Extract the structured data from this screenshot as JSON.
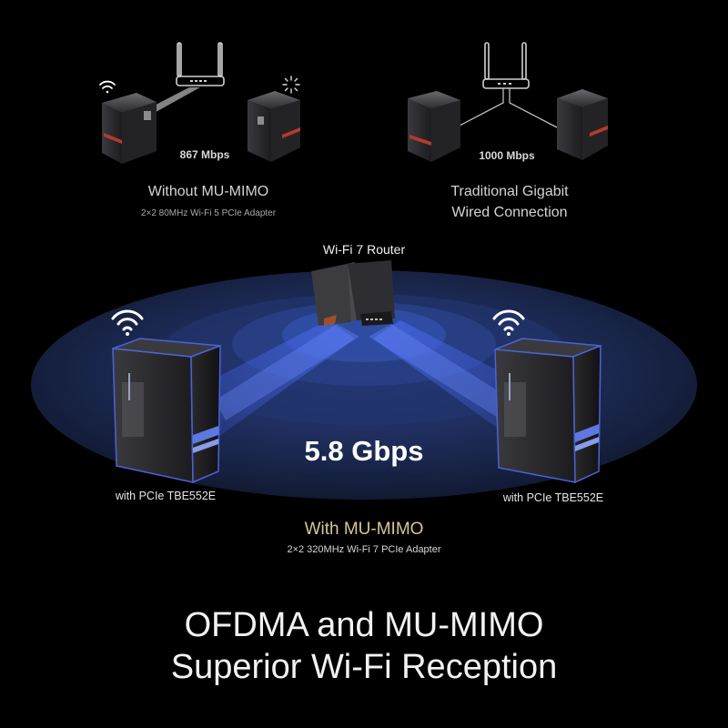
{
  "top_left": {
    "speed": "867 Mbps",
    "title": "Without MU-MIMO",
    "subtitle": "2×2 80MHz Wi-Fi 5 PCIe Adapter",
    "icons": [
      "wifi-icon",
      "loading-spinner-icon",
      "router-icon"
    ]
  },
  "top_right": {
    "speed": "1000 Mbps",
    "title_line1": "Traditional Gigabit",
    "title_line2": "Wired Connection",
    "icons": [
      "router-icon"
    ]
  },
  "center": {
    "router_label": "Wi-Fi 7 Router",
    "speed": "5.8 Gbps",
    "left_pc_label": "with PCIe TBE552E",
    "right_pc_label": "with PCIe TBE552E",
    "title": "With MU-MIMO",
    "subtitle": "2×2 320MHz Wi-Fi 7 PCIe Adapter"
  },
  "headline": {
    "line1": "OFDMA and MU-MIMO",
    "line2": "Superior Wi-Fi Reception"
  },
  "colors": {
    "background": "#000000",
    "ellipse_outer": "#17213a",
    "ellipse_mid": "#1e2d5a",
    "ellipse_inner": "#2a4190",
    "beam": "#3f5fe0",
    "accent_gold": "#d9c39a",
    "pc_red_stripe": "#b33a2e",
    "pc_blue_outline": "#4a63d8"
  }
}
